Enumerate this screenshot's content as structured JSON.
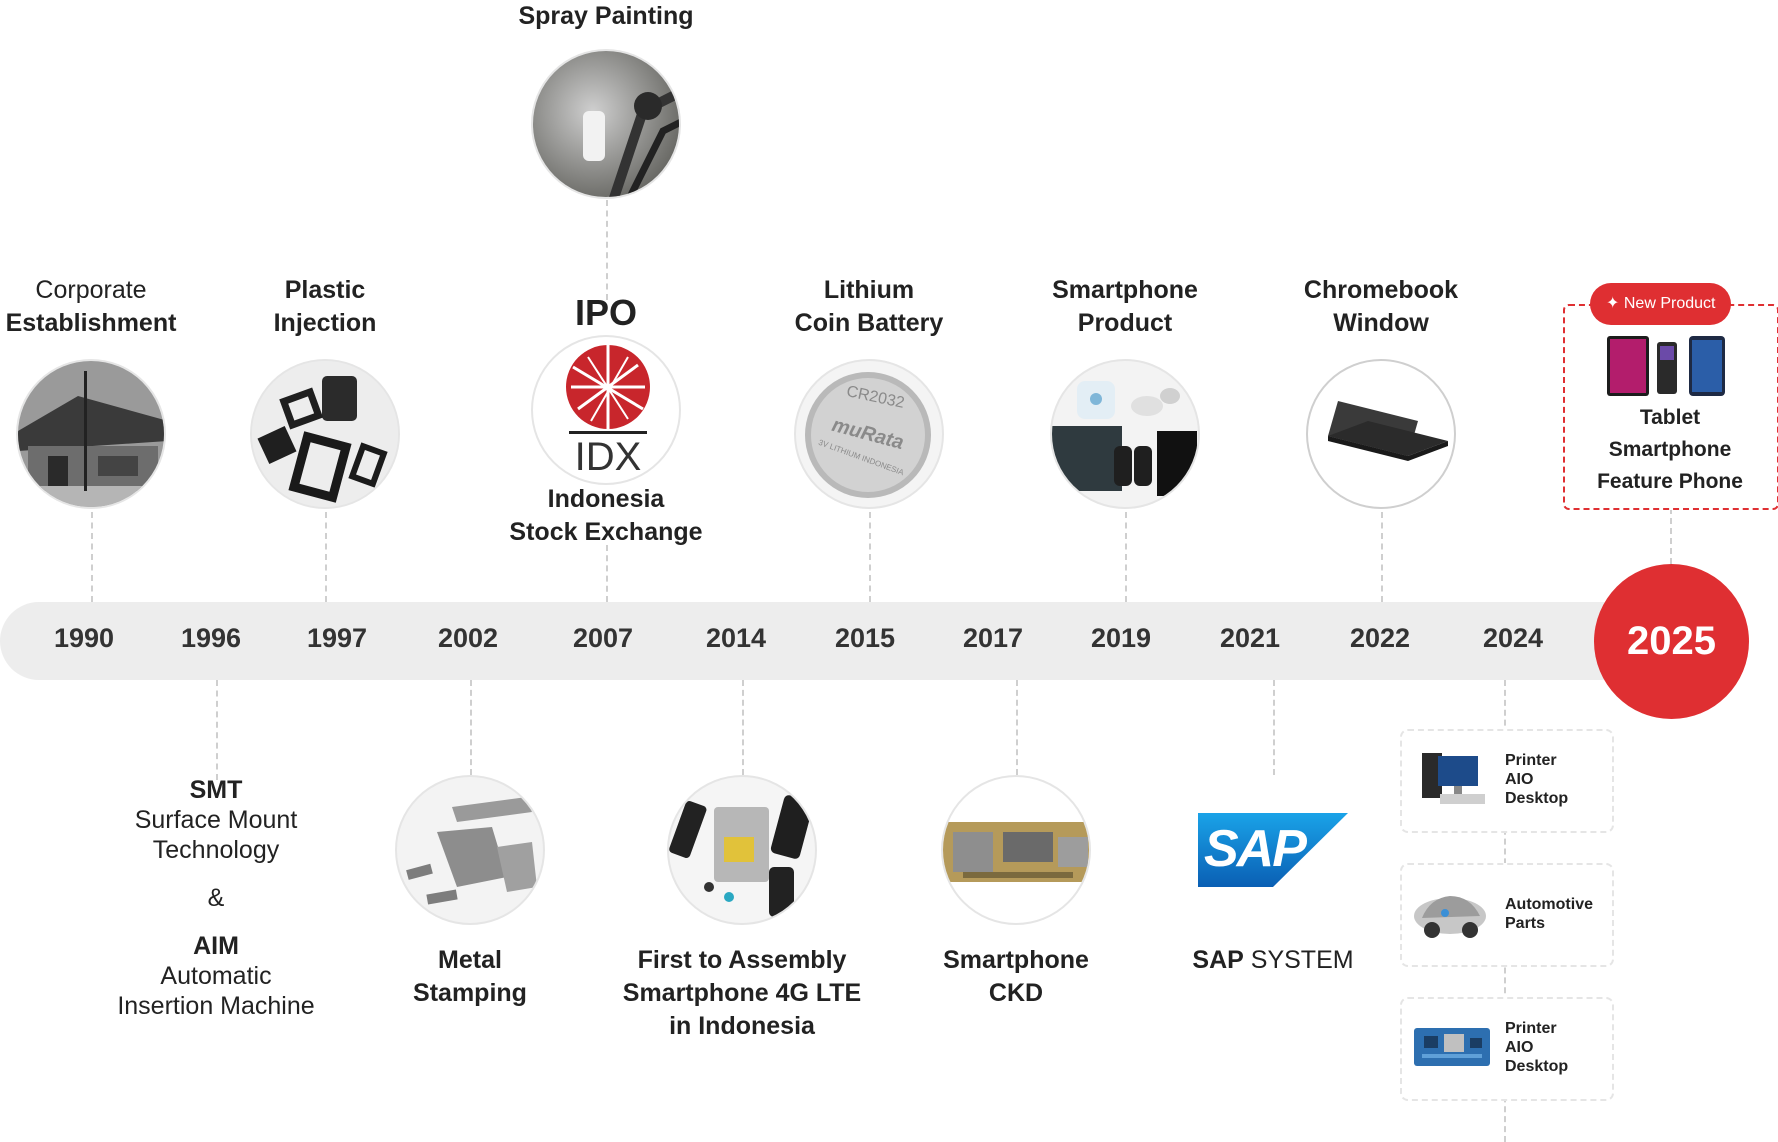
{
  "colors": {
    "accent": "#df2f32",
    "bar": "#ededed",
    "line": "#cfcfcf"
  },
  "years": [
    "1990",
    "1996",
    "1997",
    "2002",
    "2007",
    "2014",
    "2015",
    "2017",
    "2019",
    "2021",
    "2022",
    "2024"
  ],
  "current_year": "2025",
  "top": {
    "spray": "Spray Painting",
    "corporate": [
      "Corporate",
      "Establishment"
    ],
    "plastic": [
      "Plastic",
      "Injection"
    ],
    "ipo": {
      "title": "IPO",
      "logo": "IDX",
      "caption": [
        "Indonesia",
        "Stock Exchange"
      ]
    },
    "lithium": {
      "label": [
        "Lithium",
        "Coin Battery"
      ],
      "battery_text": [
        "CR2032",
        "muRata",
        "3V LITHIUM INDONESIA"
      ]
    },
    "smartphone_product": [
      "Smartphone",
      "Product"
    ],
    "chromebook": [
      "Chromebook",
      "Window"
    ],
    "new_product": {
      "badge": "New Product",
      "items": [
        "Tablet",
        "Smartphone",
        "Feature Phone"
      ]
    }
  },
  "bottom": {
    "smt": {
      "abbr": "SMT",
      "full": [
        "Surface Mount",
        "Technology"
      ],
      "and": "&",
      "aim": "AIM",
      "aim_full": [
        "Automatic",
        "Insertion Machine"
      ]
    },
    "metal": [
      "Metal",
      "Stamping"
    ],
    "first": [
      "First to Assembly",
      "Smartphone 4G LTE",
      "in Indonesia"
    ],
    "ckd": [
      "Smartphone",
      "CKD"
    ],
    "sap": {
      "logo": "SAP",
      "label_bold": "SAP",
      "label_rest": " SYSTEM"
    },
    "products_2024": [
      {
        "lines": [
          "Printer",
          "AIO",
          "Desktop"
        ],
        "icon": "computer-icon"
      },
      {
        "lines": [
          "Automotive",
          "Parts"
        ],
        "icon": "car-icon"
      },
      {
        "lines": [
          "Printer",
          "AIO",
          "Desktop"
        ],
        "icon": "circuit-board-icon"
      }
    ]
  }
}
